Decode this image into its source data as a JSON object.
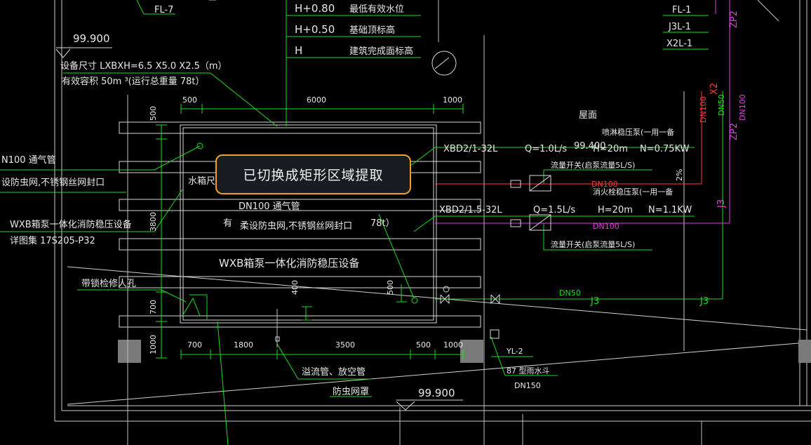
{
  "levels": {
    "l1": "H+0.80",
    "l1_desc": "最低有效水位",
    "l2": "H+0.50",
    "l2_desc": "基础顶标高",
    "l3": "H",
    "l3_desc": "建筑完成面标高"
  },
  "tags": {
    "fl7": "FL-7",
    "fl1": "FL-1",
    "j3l1": "J3L-1",
    "x2l1": "X2L-1",
    "zp2a": "ZP2",
    "x2": "X2",
    "dn100a": "DN100",
    "dn50": "DN50",
    "dn100b": "DN100",
    "zp2b": "ZP2",
    "j3": "J3"
  },
  "elev_top": "99.900",
  "elev_bottom": "99.900",
  "equipment": {
    "size": "设备尺寸  LXBXH=6.5 X5.0 X2.5（m）",
    "volume": "有效容积  50m ³(运行总重量   78t）"
  },
  "dims": {
    "top": [
      "500",
      "6000",
      "1000"
    ],
    "left_top": "500",
    "left_mid": "3800",
    "left_700": "700",
    "left_1000": "1000",
    "mid_400": "400",
    "mid_500": "500",
    "bottom": [
      "700",
      "1800",
      "3500",
      "500",
      "1000"
    ]
  },
  "labels": {
    "roof": "屋面",
    "vent_left": "N100  通气管",
    "vent_left2": "设防虫网,不锈钢丝网封口",
    "tank_name": "水箱尺",
    "wxb_left": "WXB箱泵一体化消防稳压设备",
    "atlas": "详图集 17S205-P32",
    "vent_mid": "DN100  通气管",
    "vent_mid2": "柔设防虫网,不锈钢丝网封口",
    "vent_mid_prefix": "有",
    "vent_mid_suffix": "78t）",
    "wxb_center": "WXB箱泵一体化消防稳压设备",
    "manhole": "带锁检修人孔",
    "overflow": "溢流管、放空管",
    "insect": "防虫网罩",
    "sprinkler_pump": "喷淋稳压泵(一用一备",
    "pump1": "XBD2/1-32L",
    "pump1_q": "Q=1.0L/s",
    "pump1_elev": "99.400",
    "pump1_h": "H=20m",
    "pump1_n": "N=0.75KW",
    "flow_switch1": "流量开关(启泵流量5L/S)",
    "hydrant_pump": "消火栓稳压泵(一用一备",
    "dn100c": "DN100",
    "pump2": "XBD2/1.5-32L",
    "pump2_q": "Q=1.5L/s",
    "pump2_h": "H=20m",
    "pump2_n": "N=1.1KW",
    "dn100d": "DN100",
    "flow_switch2": "流量开关(启泵流量5L/S)",
    "dn50b": "DN50",
    "j3_mid": "J3",
    "j3_right": "J3",
    "yl2": "YL-2",
    "rain": "87 型雨水斗",
    "dn150": "DN150",
    "slope": "2%"
  },
  "toast": "已切换成矩形区域提取",
  "colors": {
    "background": "#000000",
    "green": "#19e019",
    "white": "#e8e8e8",
    "red": "#ff3b3b",
    "magenta": "#e23fe2",
    "toast_border": "#f0a020"
  }
}
